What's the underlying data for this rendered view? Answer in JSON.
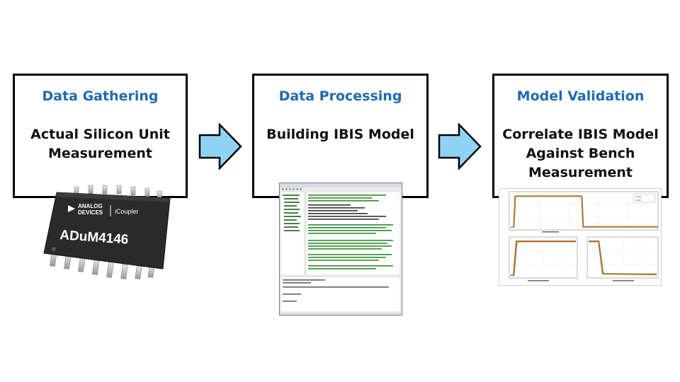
{
  "stages": [
    {
      "heading": "Data Gathering",
      "body": "Actual Silicon Unit\nMeasurement"
    },
    {
      "heading": "Data Processing",
      "body": "Building IBIS Model"
    },
    {
      "heading": "Model Validation",
      "body": "Correlate IBIS Model\nAgainst Bench\nMeasurement"
    }
  ],
  "chip": {
    "brand_line1": "ANALOG",
    "brand_line2": "DEVICES",
    "sub_brand": "iCoupler",
    "part_number": "ADuM4146"
  },
  "colors": {
    "heading": "#1f6ab3",
    "arrow_fill": "#8fd3f4",
    "chip_body": "#2a2a2a",
    "waveform": "#e0601a",
    "bench_trace": "#3aa05a"
  }
}
